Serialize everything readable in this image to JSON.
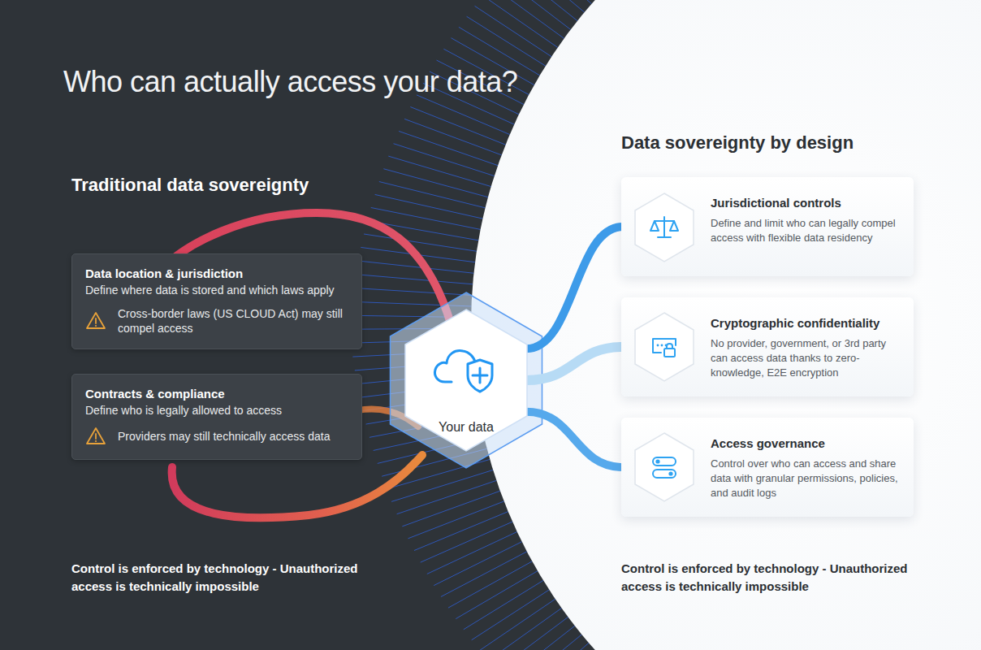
{
  "diagram": {
    "title": "Who can actually access your data?",
    "nodes": [
      {
        "text": [
          "Data location & jurisdiction",
          "Define where data is stored and which laws apply",
          "Cross-border laws (US CLOUD Act) may still compel access"
        ]
      },
      {
        "text": [
          "Contracts & compliance",
          "Define who is legally allowed to access",
          "Providers may still technically access data"
        ]
      },
      {
        "text": [
          "Your data"
        ]
      },
      {
        "text": [
          "Jurisdictional controls",
          "Define and limit who can legally compel access with flexible data residency"
        ]
      },
      {
        "text": [
          "Cryptographic confidentiality",
          "No provider, government, or 3rd party can access data thanks to zero-knowledge, E2E encryption"
        ]
      },
      {
        "text": [
          "Access governance",
          "Control over who can access and share data with granular permissions, policies, and audit logs"
        ]
      }
    ],
    "edges": [
      {
        "from": 2,
        "to": 3,
        "arrow": "none"
      },
      {
        "from": 2,
        "to": 4,
        "arrow": "none"
      },
      {
        "from": 2,
        "to": 5,
        "arrow": "none"
      }
    ],
    "labels": [
      "Traditional data sovereignty",
      "Data sovereignty by design",
      "Control is enforced by technology - Unauthorized access is technically impossible",
      "Control is enforced by technology - Unauthorized access is technically impossible"
    ]
  }
}
